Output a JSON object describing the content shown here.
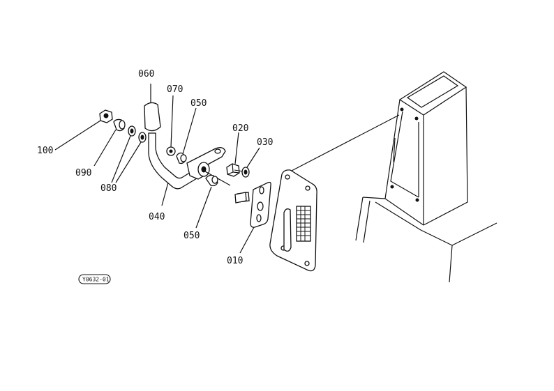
{
  "parts": {
    "p010": "010",
    "p020": "020",
    "p030": "030",
    "p040": "040",
    "p050a": "050",
    "p050b": "050",
    "p060": "060",
    "p070": "070",
    "p080": "080",
    "p090": "090",
    "p100": "100"
  },
  "figure_code": "Y0632-01"
}
